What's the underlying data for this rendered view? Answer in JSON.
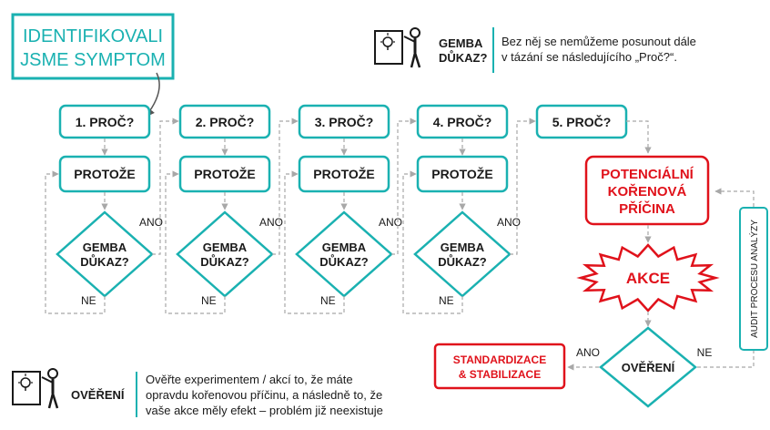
{
  "symptom_box": {
    "line1": "IDENTIFIKOVALI",
    "line2": "JSME SYMPTOM"
  },
  "gemba_legend": {
    "label_line1": "GEMBA",
    "label_line2": "DŮKAZ?",
    "desc_line1": "Bez něj se nemůžeme posunout dále",
    "desc_line2": "v tázání se následujícího „Proč?“."
  },
  "why_steps": [
    {
      "why": "1. PROČ?",
      "because": "PROTOŽE",
      "gemba_line1": "GEMBA",
      "gemba_line2": "DŮKAZ?",
      "yes": "ANO",
      "no": "NE"
    },
    {
      "why": "2. PROČ?",
      "because": "PROTOŽE",
      "gemba_line1": "GEMBA",
      "gemba_line2": "DŮKAZ?",
      "yes": "ANO",
      "no": "NE"
    },
    {
      "why": "3. PROČ?",
      "because": "PROTOŽE",
      "gemba_line1": "GEMBA",
      "gemba_line2": "DŮKAZ?",
      "yes": "ANO",
      "no": "NE"
    },
    {
      "why": "4. PROČ?",
      "because": "PROTOŽE",
      "gemba_line1": "GEMBA",
      "gemba_line2": "DŮKAZ?",
      "yes": "ANO",
      "no": "NE"
    }
  ],
  "why5": "5. PROČ?",
  "root_cause": {
    "line1": "POTENCIÁLNÍ",
    "line2": "KOŘENOVÁ",
    "line3": "PŘÍČINA"
  },
  "action": "AKCE",
  "verify": {
    "label": "OVĚŘENÍ",
    "yes": "ANO",
    "no": "NE"
  },
  "standardize": {
    "line1": "STANDARDIZACE",
    "line2": "& STABILIZACE"
  },
  "audit": "AUDIT PROCESU ANALÝZY",
  "verify_legend": {
    "label": "OVĚŘENÍ",
    "desc_line1": "Ověřte experimentem / akcí to, že máte",
    "desc_line2": "opravdu kořenovou příčinu, a následně to, že",
    "desc_line3": "vaše akce měly efekt – problém již neexistuje"
  },
  "colors": {
    "teal": "#1ab1b1",
    "red": "#e0121b",
    "gray": "#a8a8a8",
    "dark": "#1a1a1a"
  }
}
